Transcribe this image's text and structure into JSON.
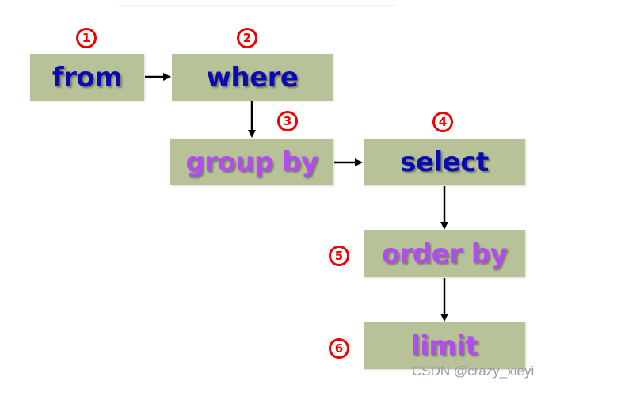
{
  "colors": {
    "box_fill": "#b8c298",
    "keyword_blue": "#0a0ab4",
    "keyword_purple": "#b14df0",
    "badge_red": "#f00000",
    "arrow": "#000000",
    "watermark": "#9a9a9a"
  },
  "steps": [
    {
      "number": "1",
      "label": "from",
      "color": "blue"
    },
    {
      "number": "2",
      "label": "where",
      "color": "blue"
    },
    {
      "number": "3",
      "label": "group by",
      "color": "purple"
    },
    {
      "number": "4",
      "label": "select",
      "color": "blue"
    },
    {
      "number": "5",
      "label": "order by",
      "color": "purple"
    },
    {
      "number": "6",
      "label": "limit",
      "color": "purple"
    }
  ],
  "connections": [
    {
      "from": "from",
      "to": "where"
    },
    {
      "from": "where",
      "to": "group by"
    },
    {
      "from": "group by",
      "to": "select"
    },
    {
      "from": "select",
      "to": "order by"
    },
    {
      "from": "order by",
      "to": "limit"
    }
  ],
  "watermark": "CSDN @crazy_xieyi"
}
